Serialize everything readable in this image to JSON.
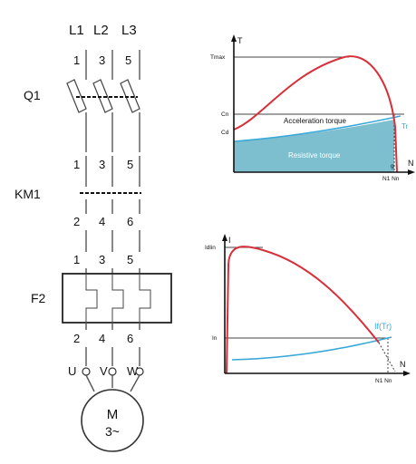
{
  "schematic": {
    "phases": [
      "L1",
      "L2",
      "L3"
    ],
    "q1": {
      "label": "Q1",
      "top_terminals": [
        "1",
        "3",
        "5"
      ],
      "bottom_terminals": [
        "1",
        "3",
        "5"
      ]
    },
    "km1": {
      "label": "KM1",
      "bottom_terminals": [
        "2",
        "4",
        "6"
      ]
    },
    "f2": {
      "label": "F2",
      "top_terminals": [
        "1",
        "3",
        "5"
      ],
      "bottom_terminals": [
        "2",
        "4",
        "6"
      ]
    },
    "motor_terminals": [
      "U",
      "V",
      "W"
    ],
    "motor": {
      "line1": "M",
      "line2": "3~"
    }
  },
  "torque_chart": {
    "y_axis": "T",
    "x_axis": "N",
    "y_ticks": [
      "Tmax",
      "Cn",
      "Cd"
    ],
    "x_ticks": [
      "N1 Nn"
    ],
    "slip_label": "g",
    "acceleration_label": "Acceleration torque",
    "resistive_label": "Resistive torque",
    "curve_label": "Tr",
    "colors": {
      "motor": "#d8303a",
      "load": "#3aa8d8",
      "fill": "#7dbfcf"
    }
  },
  "current_chart": {
    "y_axis": "I",
    "x_axis": "N",
    "y_ticks": [
      "Idlin",
      "In"
    ],
    "x_ticks": [
      "N1 Nn"
    ],
    "curve_label": "If(Tr)",
    "colors": {
      "motor": "#d8303a",
      "load": "#3aa8d8"
    }
  }
}
